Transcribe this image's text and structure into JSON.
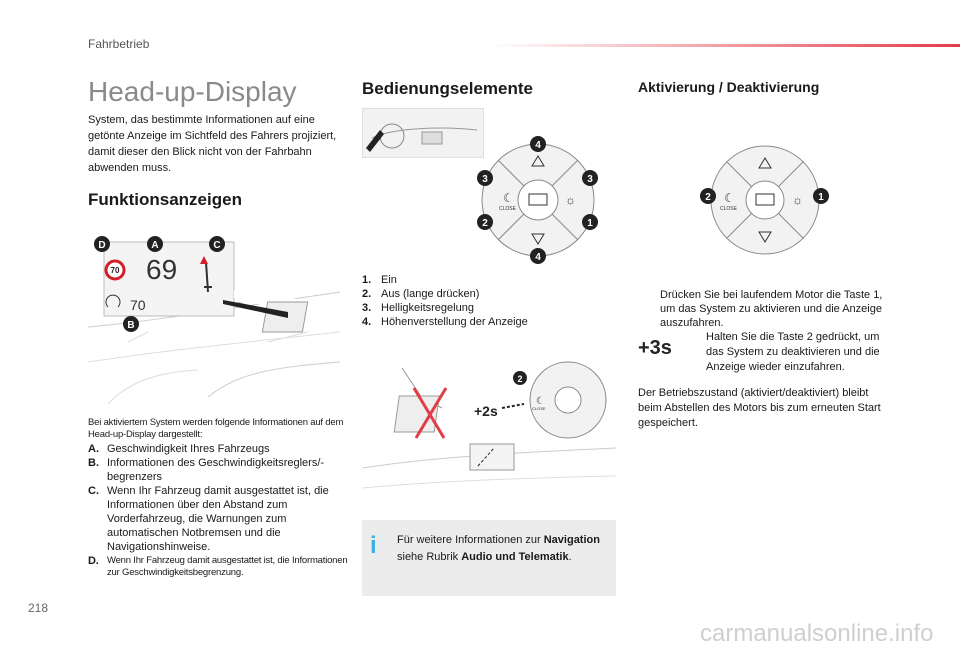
{
  "header": {
    "section": "Fahrbetrieb"
  },
  "page_number": "218",
  "watermark": "carmanualsonline.info",
  "left": {
    "title": "Head-up-Display",
    "intro": "System, das bestimmte Informationen auf eine getönte Anzeige im Sichtfeld des Fahrers projiziert, damit dieser den Blick nicht von der Fahrbahn abwenden muss.",
    "functions_heading": "Funktionsanzeigen",
    "hud": {
      "speed": "69",
      "limit": "70",
      "cruise": "70"
    },
    "badges": {
      "a": "A",
      "b": "B",
      "c": "C",
      "d": "D"
    },
    "list_intro": "Bei aktiviertem System werden folgende Informationen auf dem Head-up-Display dargestellt:",
    "items": [
      {
        "label": "A.",
        "text": "Geschwindigkeit Ihres Fahrzeugs"
      },
      {
        "label": "B.",
        "text": "Informationen des Geschwindigkeitsreglers/-begrenzers"
      },
      {
        "label": "C.",
        "text": "Wenn Ihr Fahrzeug damit ausgestattet ist, die Informationen über den Abstand zum Vorderfahrzeug, die Warnungen zum automatischen Notbremsen und die Navigationshinweise."
      },
      {
        "label": "D.",
        "text": "Wenn Ihr Fahrzeug damit ausgestattet ist, die Informationen zur Geschwindigkeitsbegrenzung."
      }
    ]
  },
  "middle": {
    "heading": "Bedienungselemente",
    "controls": [
      {
        "num": "1.",
        "text": "Ein"
      },
      {
        "num": "2.",
        "text": "Aus (lange drücken)"
      },
      {
        "num": "3.",
        "text": "Helligkeitsregelung"
      },
      {
        "num": "4.",
        "text": "Höhenverstellung der Anzeige"
      }
    ],
    "badge_nums": {
      "one": "1",
      "two": "2",
      "three": "3",
      "four": "4"
    },
    "dial_close": "CLOSE",
    "hold_label": "+2s",
    "info": {
      "prefix": "Für weitere Informationen zur ",
      "nav": "Navigation",
      "mid": " siehe Rubrik ",
      "audio": "Audio und Telematik",
      "end": "."
    }
  },
  "right": {
    "heading": "Aktivierung / Deaktivierung",
    "step1": "Drücken Sie bei laufendem Motor die Taste 1, um das System zu aktivieren und die Anzeige auszufahren.",
    "step2": "Halten Sie die Taste 2 gedrückt, um das System zu deaktivieren und die Anzeige wieder einzufahren.",
    "hold": "+3s",
    "note": "Der Betriebszustand (aktiviert/deaktiviert) bleibt beim Abstellen des Motors bis zum erneuten Start gespeichert.",
    "bullet": "",
    "badge_nums": {
      "one": "1",
      "two": "2"
    },
    "dial_close": "CLOSE"
  },
  "colors": {
    "accent_red": "#e23c48",
    "info_blue": "#3ab0e6",
    "title_gray": "#8a8a8a"
  }
}
